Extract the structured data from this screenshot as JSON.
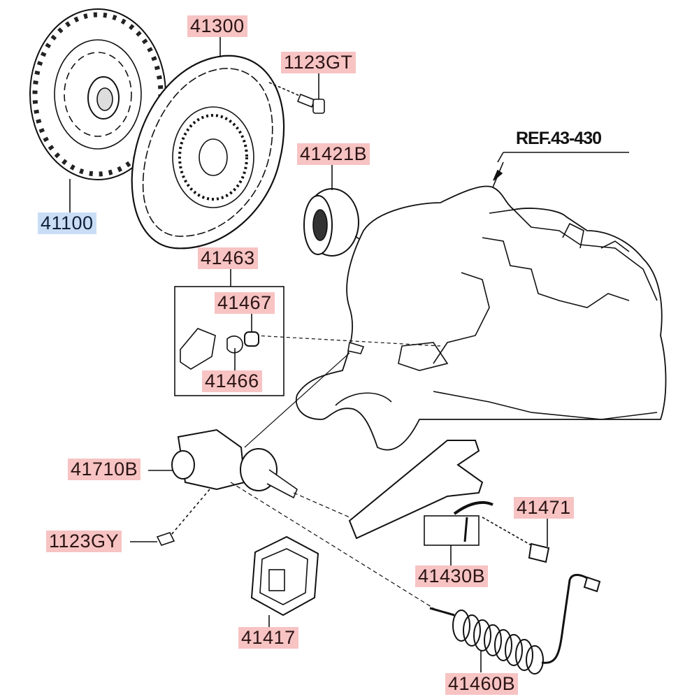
{
  "diagram": {
    "title": "Clutch assembly exploded parts diagram",
    "reference": "REF.43-430",
    "highlight_colors": {
      "selected": "#c9ddf5",
      "part": "#f7c3c3"
    },
    "callouts": [
      {
        "id": "41100",
        "label": "41100",
        "part": "clutch-disc",
        "selected": true
      },
      {
        "id": "41300",
        "label": "41300",
        "part": "clutch-cover-pressure-plate"
      },
      {
        "id": "1123GT",
        "label": "1123GT",
        "part": "bolt"
      },
      {
        "id": "41421B",
        "label": "41421B",
        "part": "release-bearing"
      },
      {
        "id": "41463",
        "label": "41463",
        "part": "pivot-kit"
      },
      {
        "id": "41467",
        "label": "41467",
        "part": "pivot-nut"
      },
      {
        "id": "41466",
        "label": "41466",
        "part": "pivot-bushing"
      },
      {
        "id": "41710B",
        "label": "41710B",
        "part": "release-cylinder"
      },
      {
        "id": "1123GY",
        "label": "1123GY",
        "part": "bolt"
      },
      {
        "id": "41471",
        "label": "41471",
        "part": "bleeder-fitting"
      },
      {
        "id": "41430B",
        "label": "41430B",
        "part": "release-fork"
      },
      {
        "id": "41417",
        "label": "41417",
        "part": "dust-boot"
      },
      {
        "id": "41460B",
        "label": "41460B",
        "part": "clutch-hose-tube"
      }
    ]
  }
}
